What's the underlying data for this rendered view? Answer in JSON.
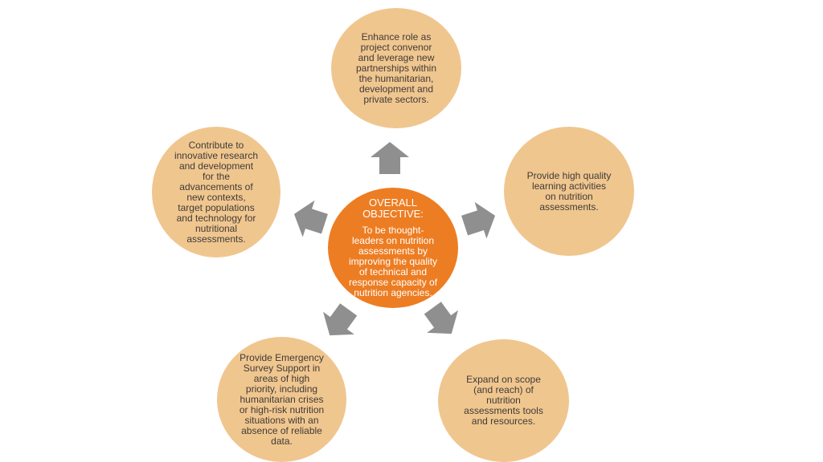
{
  "page": {
    "background": "#FFFFFF"
  },
  "diagram": {
    "type": "radial-cycle",
    "colors": {
      "center_fill": "#ED7D23",
      "center_text": "#FFFFFF",
      "node_fill": "#F0C68F",
      "node_text": "#3F3B38",
      "arrow_fill": "#8F8F8F"
    },
    "center": {
      "heading": "OVERALL\nOBJECTIVE:",
      "body": "To be thought-\nleaders on nutrition\nassessments by\nimproving the quality\nof technical and\nresponse capacity of\nnutrition agencies."
    },
    "nodes": {
      "top": {
        "text": "Enhance role as\nproject convenor\nand leverage new\npartnerships within\nthe humanitarian,\ndevelopment and\nprivate sectors."
      },
      "left": {
        "text": "Contribute to\ninnovative research\nand development\nfor the\nadvancements of\nnew contexts,\ntarget populations\nand technology for\nnutritional\nassessments."
      },
      "right": {
        "text": "Provide high quality\nlearning activities\non nutrition\nassessments."
      },
      "bottom_left": {
        "text": "Provide Emergency\nSurvey Support in\nareas of high\npriority, including\nhumanitarian crises\nor high-risk nutrition\nsituations with an\nabsence of reliable\ndata."
      },
      "bottom_right": {
        "text": "Expand on scope\n(and reach) of\nnutrition\nassessments tools\nand resources."
      }
    },
    "arrow_directions": "up, upper-left, upper-right, lower-left, lower-right"
  }
}
